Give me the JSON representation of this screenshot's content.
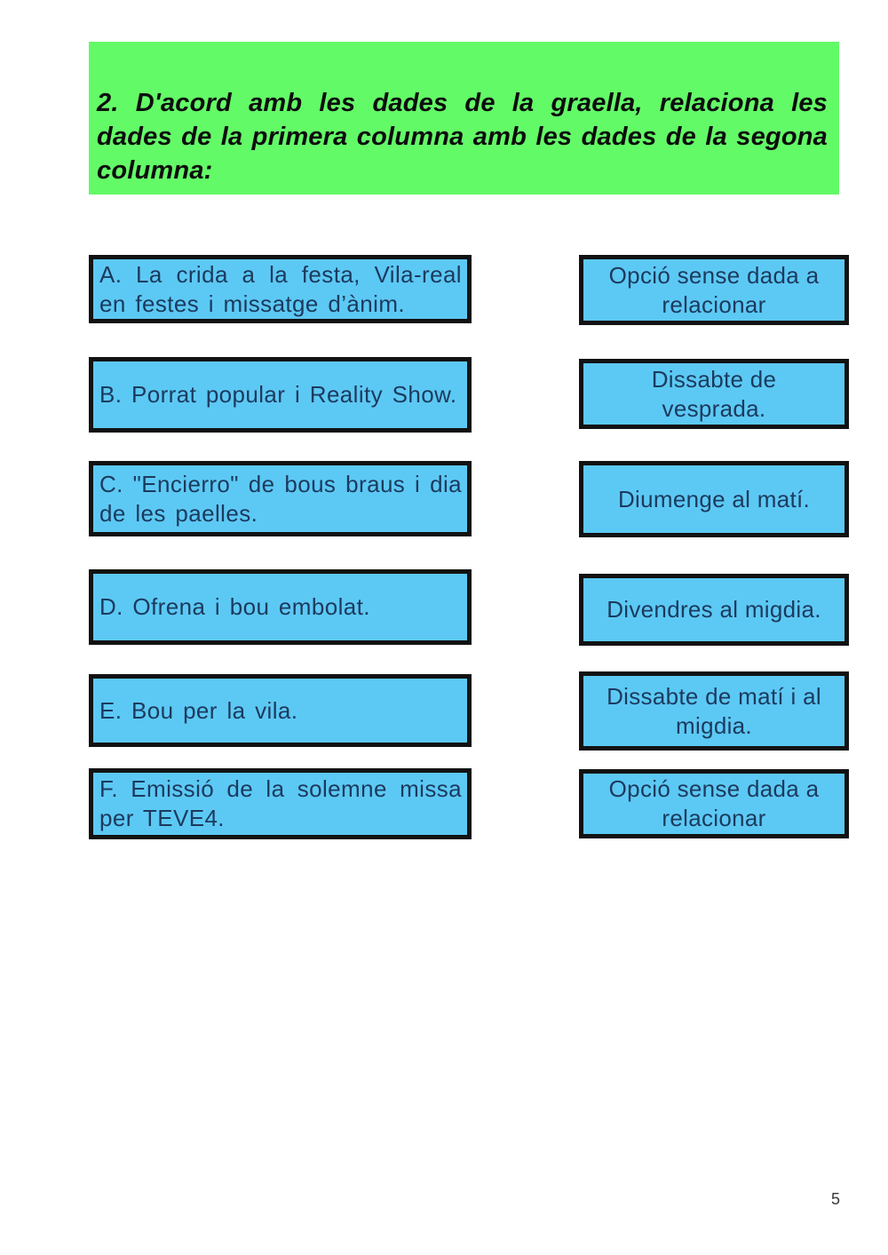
{
  "header": {
    "instruction": "2. D'acord amb les dades de la graella, relaciona les dades de la primera columna amb les dades de la segona columna:"
  },
  "matching": {
    "left_items": [
      {
        "text": "A. La crida a la festa, Vila-real en festes i missatge d’ànim."
      },
      {
        "text": "B. Porrat popular i Reality Show."
      },
      {
        "text": "C. \"Encierro\" de bous braus i dia de les paelles."
      },
      {
        "text": "D. Ofrena i bou embolat."
      },
      {
        "text": "E. Bou per la vila."
      },
      {
        "text": "F. Emissió de la solemne missa per TEVE4."
      }
    ],
    "right_items": [
      {
        "text": "Opció sense dada a\nrelacionar"
      },
      {
        "text": "Dissabte de\nvesprada."
      },
      {
        "text": "Diumenge al matí."
      },
      {
        "text": "Divendres al migdia."
      },
      {
        "text": "Dissabte de matí i al\nmigdia."
      },
      {
        "text": "Opció sense dada a\nrelacionar"
      }
    ]
  },
  "page": {
    "number": "5"
  },
  "colors": {
    "header_bg": "#63fa67",
    "box_bg": "#5cc9f4",
    "box_border": "#121212",
    "box_text": "#1c3a5e"
  }
}
